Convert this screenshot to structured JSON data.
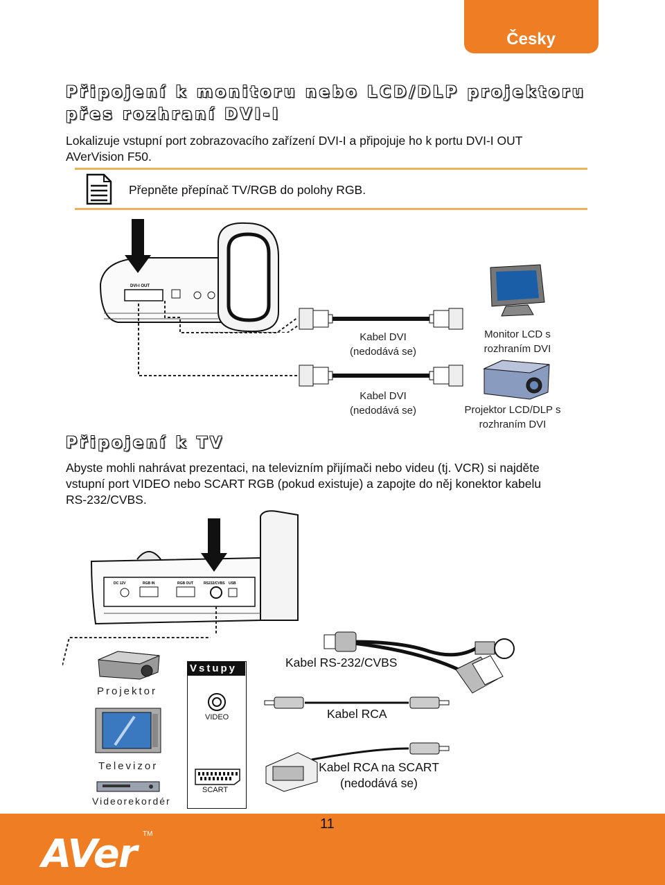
{
  "header": {
    "language": "Česky"
  },
  "section1": {
    "title_line1": "Připojení k monitoru nebo LCD/DLP projektoru",
    "title_line2": "přes rozhraní DVI-I",
    "body_line1": "Lokalizuje vstupní port zobrazovacího zařízení DVI-I a připojuje ho k portu DVI-I OUT",
    "body_line2": "AVerVision F50.",
    "note": "Přepněte přepínač TV/RGB do polohy RGB.",
    "port_label": "DVI-I OUT",
    "cable1_line1": "Kabel DVI",
    "cable1_line2": "(nedodává se)",
    "device1_line1": "Monitor LCD s",
    "device1_line2": "rozhraním DVI",
    "cable2_line1": "Kabel DVI",
    "cable2_line2": "(nedodává se)",
    "device2_line1": "Projektor LCD/DLP s",
    "device2_line2": "rozhraním DVI"
  },
  "section2": {
    "title": "Připojení k TV",
    "body_line1": "Abyste mohli nahrávat prezentaci, na televizním přijímači nebo videu (tj. VCR) si najděte",
    "body_line2": "vstupní port VIDEO nebo SCART RGB (pokud existuje) a zapojte do něj konektor kabelu",
    "body_line3": "RS-232/CVBS.",
    "port_labels": [
      "DC 12V",
      "RGB IN",
      "RGB OUT",
      "RS232/CVBS",
      "USB"
    ],
    "inputs_label": "Vstupy",
    "video_label": "VIDEO",
    "scart_label": "SCART",
    "cable_rs232": "Kabel RS-232/CVBS",
    "cable_rca": "Kabel RCA",
    "cable_scart_line1": "Kabel RCA na SCART",
    "cable_scart_line2": "(nedodává se)",
    "device_projector": "Projektor",
    "device_tv": "Televizor",
    "device_vcr": "Videorekordér"
  },
  "footer": {
    "page_number": "11",
    "logo": "AVer",
    "trademark": "TM"
  },
  "colors": {
    "accent": "#ee7d23",
    "note_line": "#f0b05a"
  }
}
